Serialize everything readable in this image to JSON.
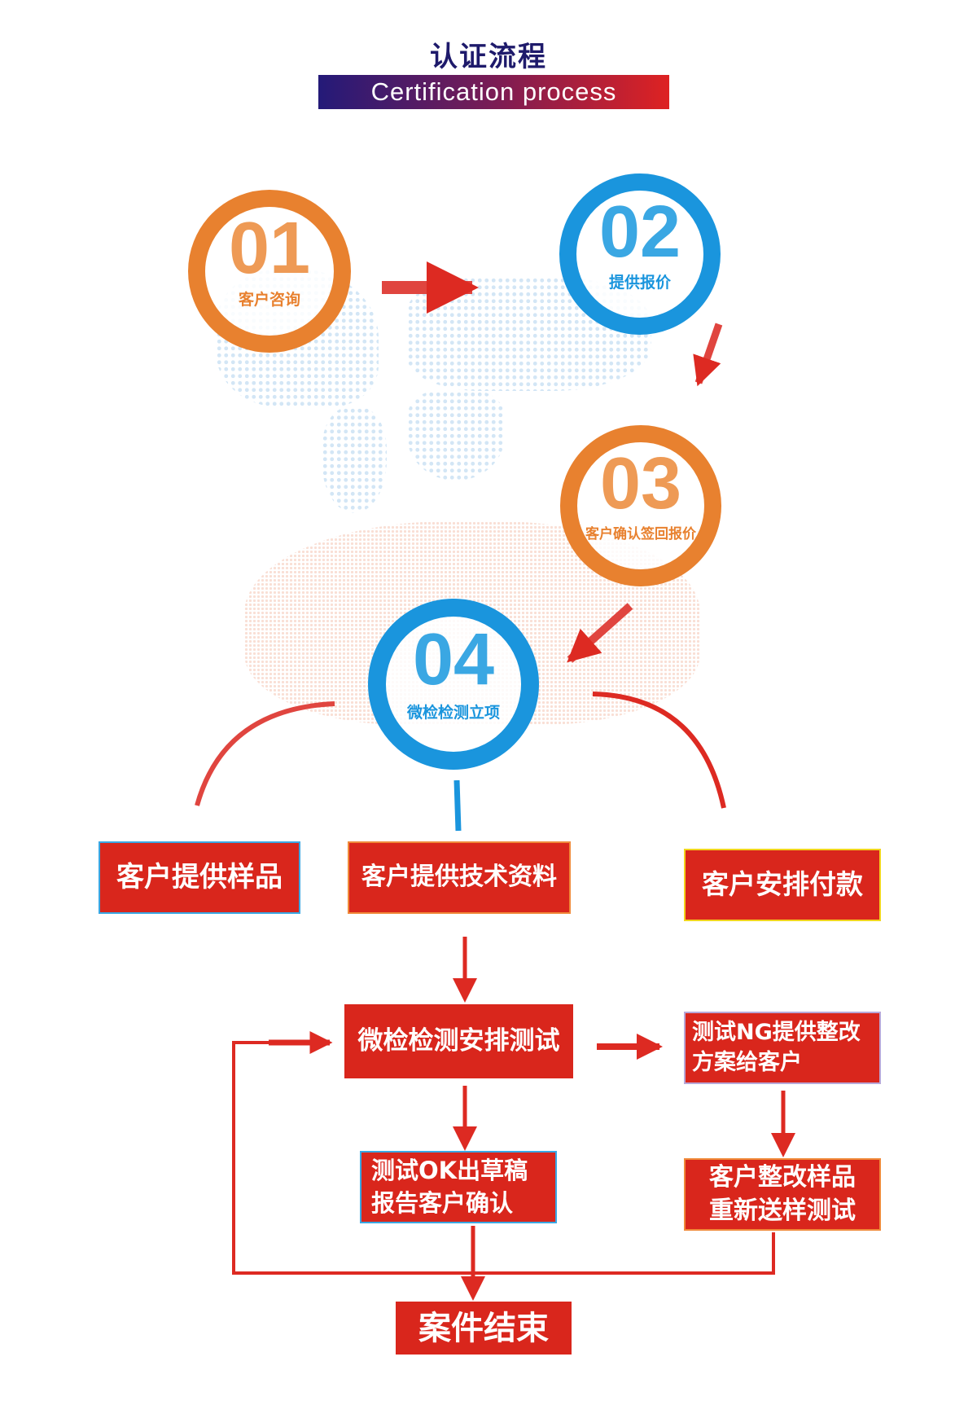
{
  "header": {
    "title_cn": "认证流程",
    "title_en": "Certification process"
  },
  "steps": [
    {
      "number": "01",
      "label": "客户咨询",
      "color": "#e8812f"
    },
    {
      "number": "02",
      "label": "提供报价",
      "color": "#1a95dd"
    },
    {
      "number": "03",
      "label": "客户确认签回报价",
      "color": "#e8812f"
    },
    {
      "number": "04",
      "label": "微检检测立项",
      "color": "#1a95dd"
    }
  ],
  "boxes": {
    "provide_sample": "客户提供样品",
    "provide_docs": "客户提供技术资料",
    "arrange_payment": "客户安排付款",
    "arrange_test": "微检检测安排测试",
    "ng_line1": "测试NG提供整改",
    "ng_line2": "方案给客户",
    "ok_line1": "测试OK出草稿",
    "ok_line2": "报告客户确认",
    "rectify_line1": "客户整改样品",
    "rectify_line2": "重新送样测试",
    "end": "案件结束"
  },
  "colors": {
    "box_red": "#d9261c",
    "arrow_red": "#dd2a22",
    "orange": "#e8812f",
    "blue": "#1a95dd"
  }
}
